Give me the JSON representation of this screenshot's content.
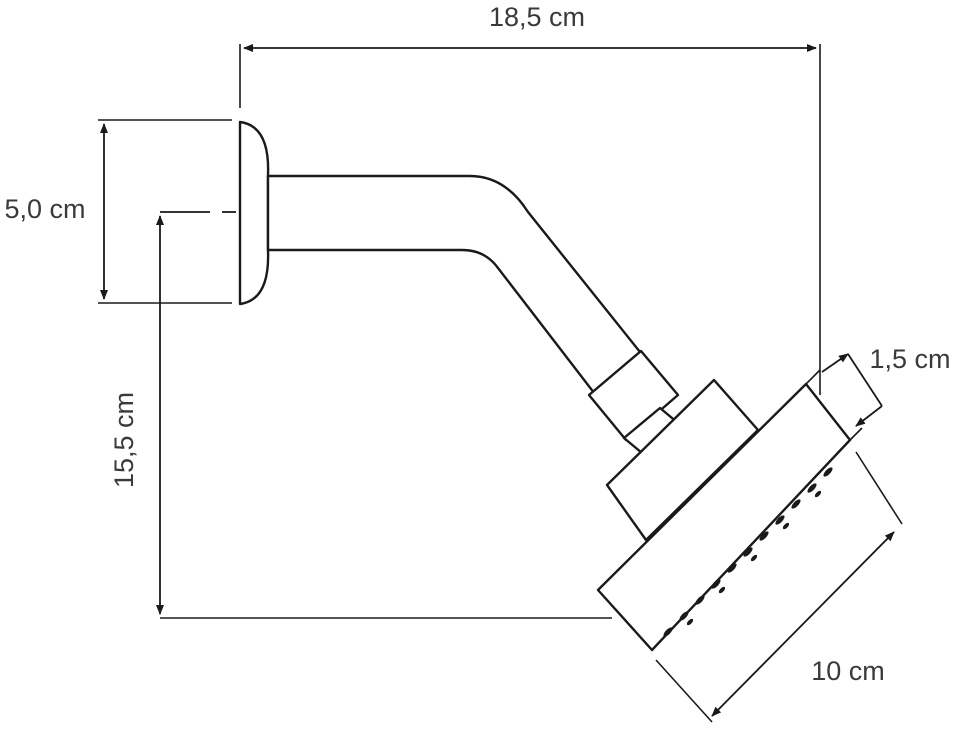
{
  "dimensions": {
    "width_label": "18,5 cm",
    "flange_label": "5,0 cm",
    "drop_label": "15,5 cm",
    "head_thickness_label": "1,5 cm",
    "head_diameter_label": "10 cm"
  }
}
